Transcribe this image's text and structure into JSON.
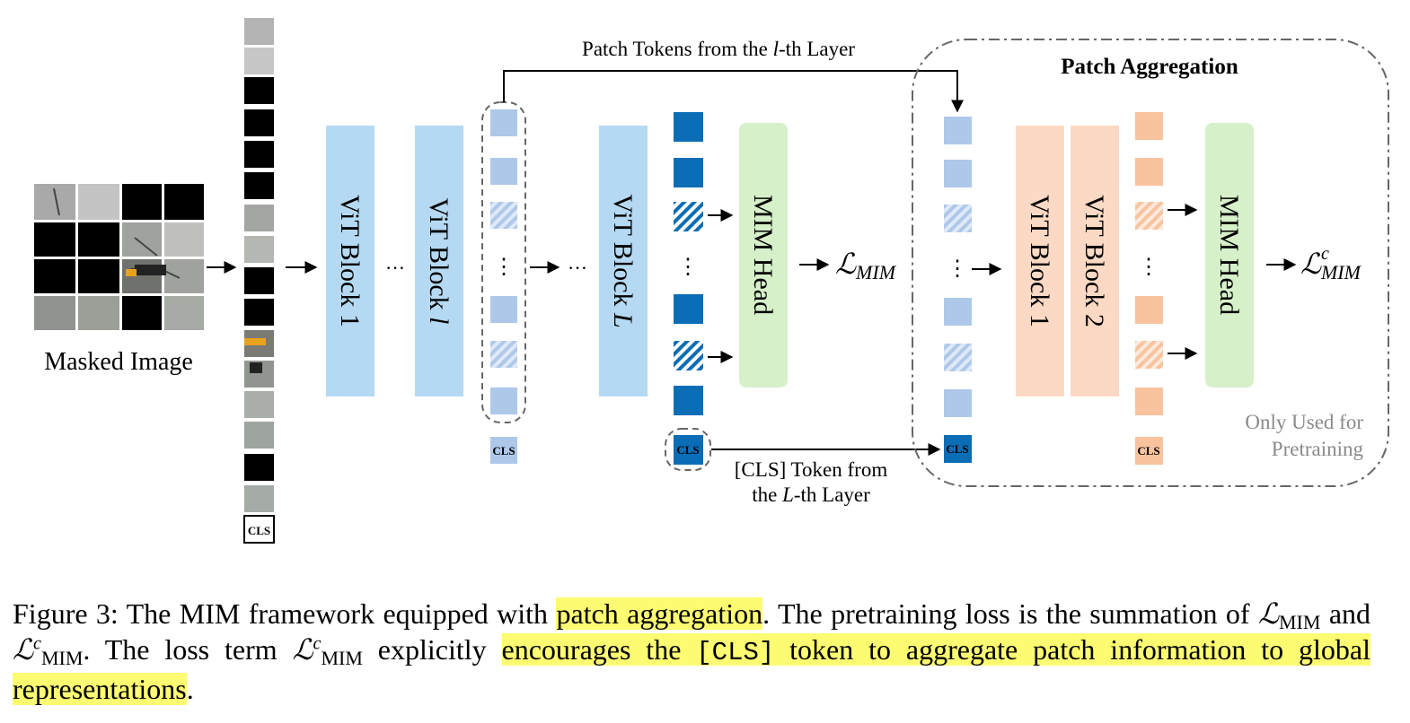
{
  "figure": {
    "masked_image_label": "Masked Image",
    "cls_label": "CLS",
    "blocks": {
      "vit_1": "ViT Block 1",
      "vit_l": "ViT Block ",
      "vit_l_var": "l",
      "vit_L": "ViT Block ",
      "vit_L_var": "L",
      "mim_head": "MIM Head",
      "agg_vit_1": "ViT Block 1",
      "agg_vit_2": "ViT Block 2",
      "agg_mim_head": "MIM Head"
    },
    "ellipsis": "…",
    "vdots": "⋮",
    "loss_main": "ℒ",
    "loss_main_sub": "MIM",
    "loss_agg": "ℒ",
    "loss_agg_sup": "c",
    "loss_agg_sub": "MIM",
    "patch_tokens_label_pre": "Patch Tokens from the ",
    "patch_tokens_label_var": "l",
    "patch_tokens_label_post": "-th Layer",
    "cls_token_label_line1": "[CLS] Token from",
    "cls_token_label_line2_pre": "the ",
    "cls_token_label_line2_var": "L",
    "cls_token_label_line2_post": "-th Layer",
    "patch_aggregation_title": "Patch Aggregation",
    "only_used_line1": "Only Used for",
    "only_used_line2": "Pretraining",
    "colors": {
      "light_blue": "#aec8ea",
      "vit_blue": "#b5d9f2",
      "dark_blue": "#0b6db5",
      "green": "#d6f0c9",
      "peach": "#fbd9c4",
      "orange": "#f8c39e",
      "highlight": "#fdfb72"
    }
  },
  "caption": {
    "p1": "Figure 3:  The MIM framework equipped with ",
    "h1": "patch aggregation",
    "p2": ".  The pretraining loss is the summation of ",
    "p3": " and ",
    "p4": ".  The loss term ",
    "p5": " explicitly ",
    "h2a": "encourages the ",
    "h2b": "[CLS]",
    "h2c": " token to aggregate patch information to global representations",
    "p6": ".",
    "l": "ℒ",
    "sub": "MIM",
    "sup": "c"
  }
}
